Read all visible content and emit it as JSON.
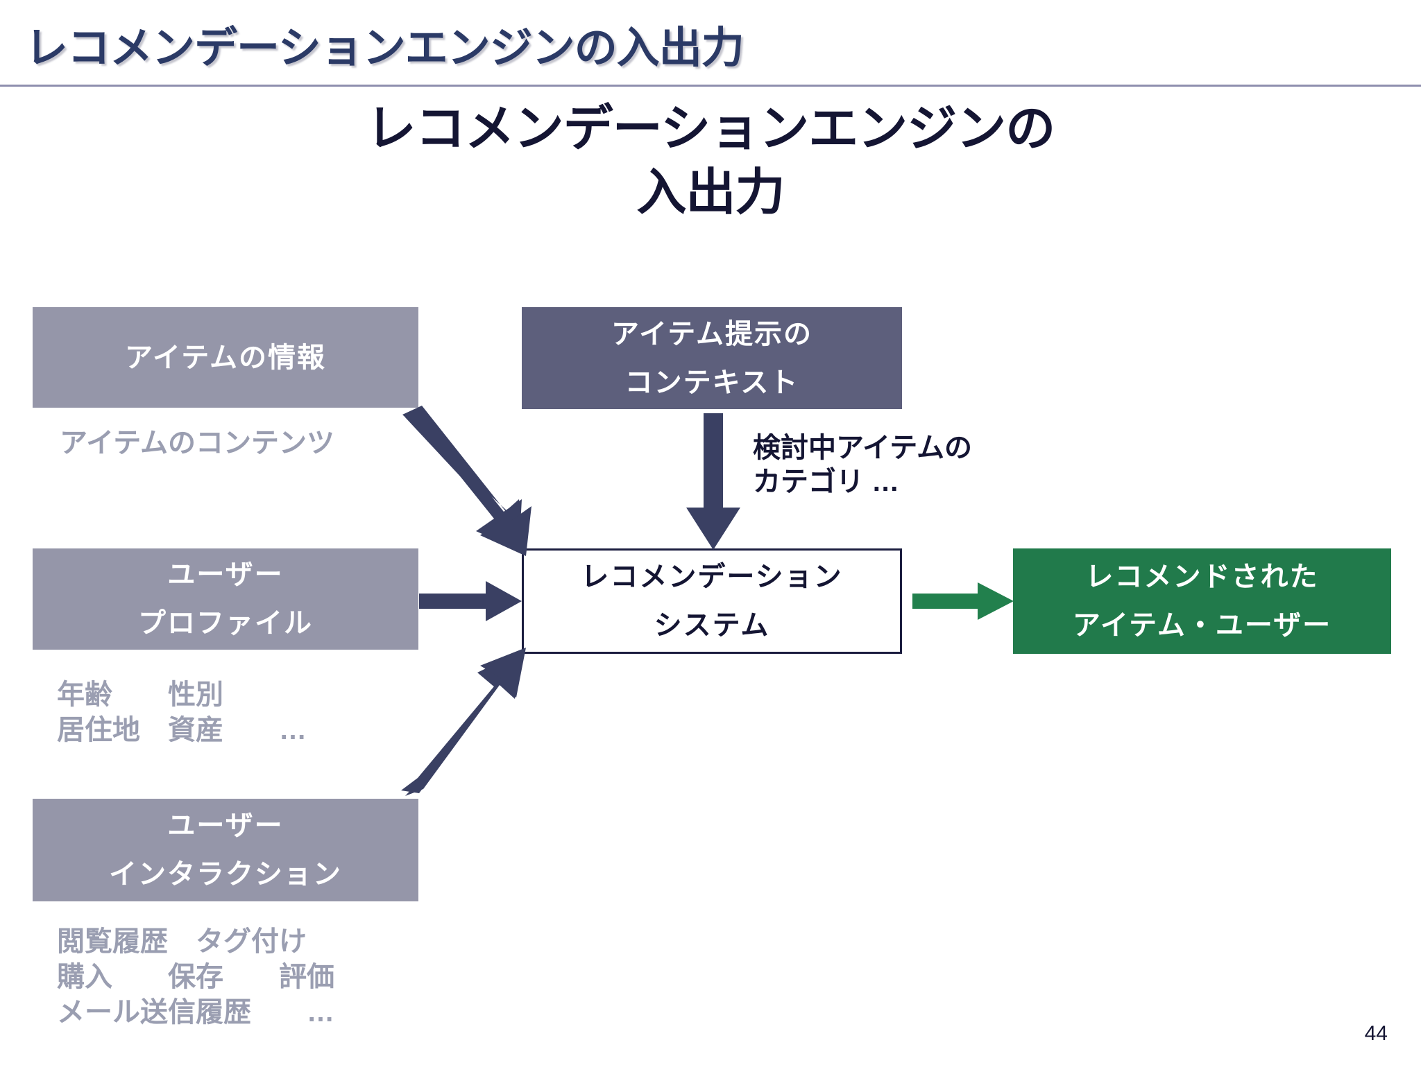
{
  "header": {
    "title": "レコメンデーションエンジンの入出力",
    "rule_color": "#8e8fae"
  },
  "heading": {
    "line1": "レコメンデーションエンジンの",
    "line2": "入出力"
  },
  "colors": {
    "grey_box": "#9596a9",
    "dark_box": "#5d5f7c",
    "green_box": "#217a4b",
    "navy_arrow": "#3a4063",
    "green_arrow": "#22804d",
    "caption_text": "#9a9eb1",
    "navy_text": "#141533"
  },
  "boxes": {
    "item_info": {
      "line1": "アイテムの情報"
    },
    "item_context": {
      "line1": "アイテム提示の",
      "line2": "コンテキスト"
    },
    "user_profile": {
      "line1": "ユーザー",
      "line2": "プロファイル"
    },
    "user_interaction": {
      "line1": "ユーザー",
      "line2": "インタラクション"
    },
    "recommendation_system": {
      "line1": "レコメンデーション",
      "line2": "システム"
    },
    "recommended_output": {
      "line1": "レコメンドされた",
      "line2": "アイテム・ユーザー"
    }
  },
  "captions": {
    "item_info": "アイテムのコンテンツ",
    "user_profile": "年齢　　性別\n居住地　資産　　…",
    "user_interaction": "閲覧履歴　タグ付け\n購入　　保存　　評価\nメール送信履歴　　…"
  },
  "annotations": {
    "context_arrow_label": "検討中アイテムの\nカテゴリ …"
  },
  "footer": {
    "page_number": "44"
  }
}
